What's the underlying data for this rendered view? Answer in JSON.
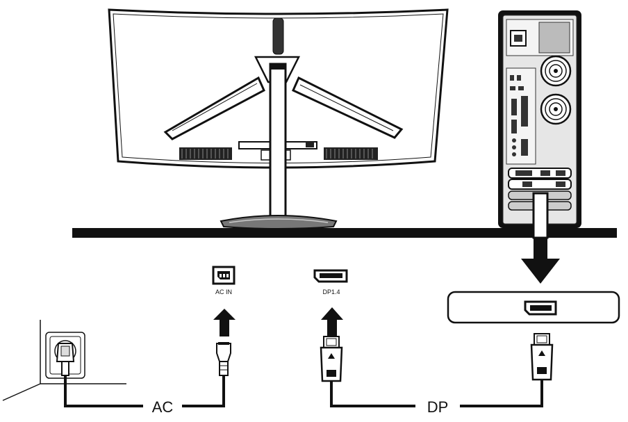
{
  "labels": {
    "ac_port": "AC IN",
    "dp_port": "DP1.4",
    "ac_cable": "AC",
    "dp_cable": "DP"
  },
  "colors": {
    "ink": "#111111",
    "screen_fill": "#ffffff",
    "tower_fill": "#e6e6e6",
    "panel_fill": "#f4f4f4"
  }
}
